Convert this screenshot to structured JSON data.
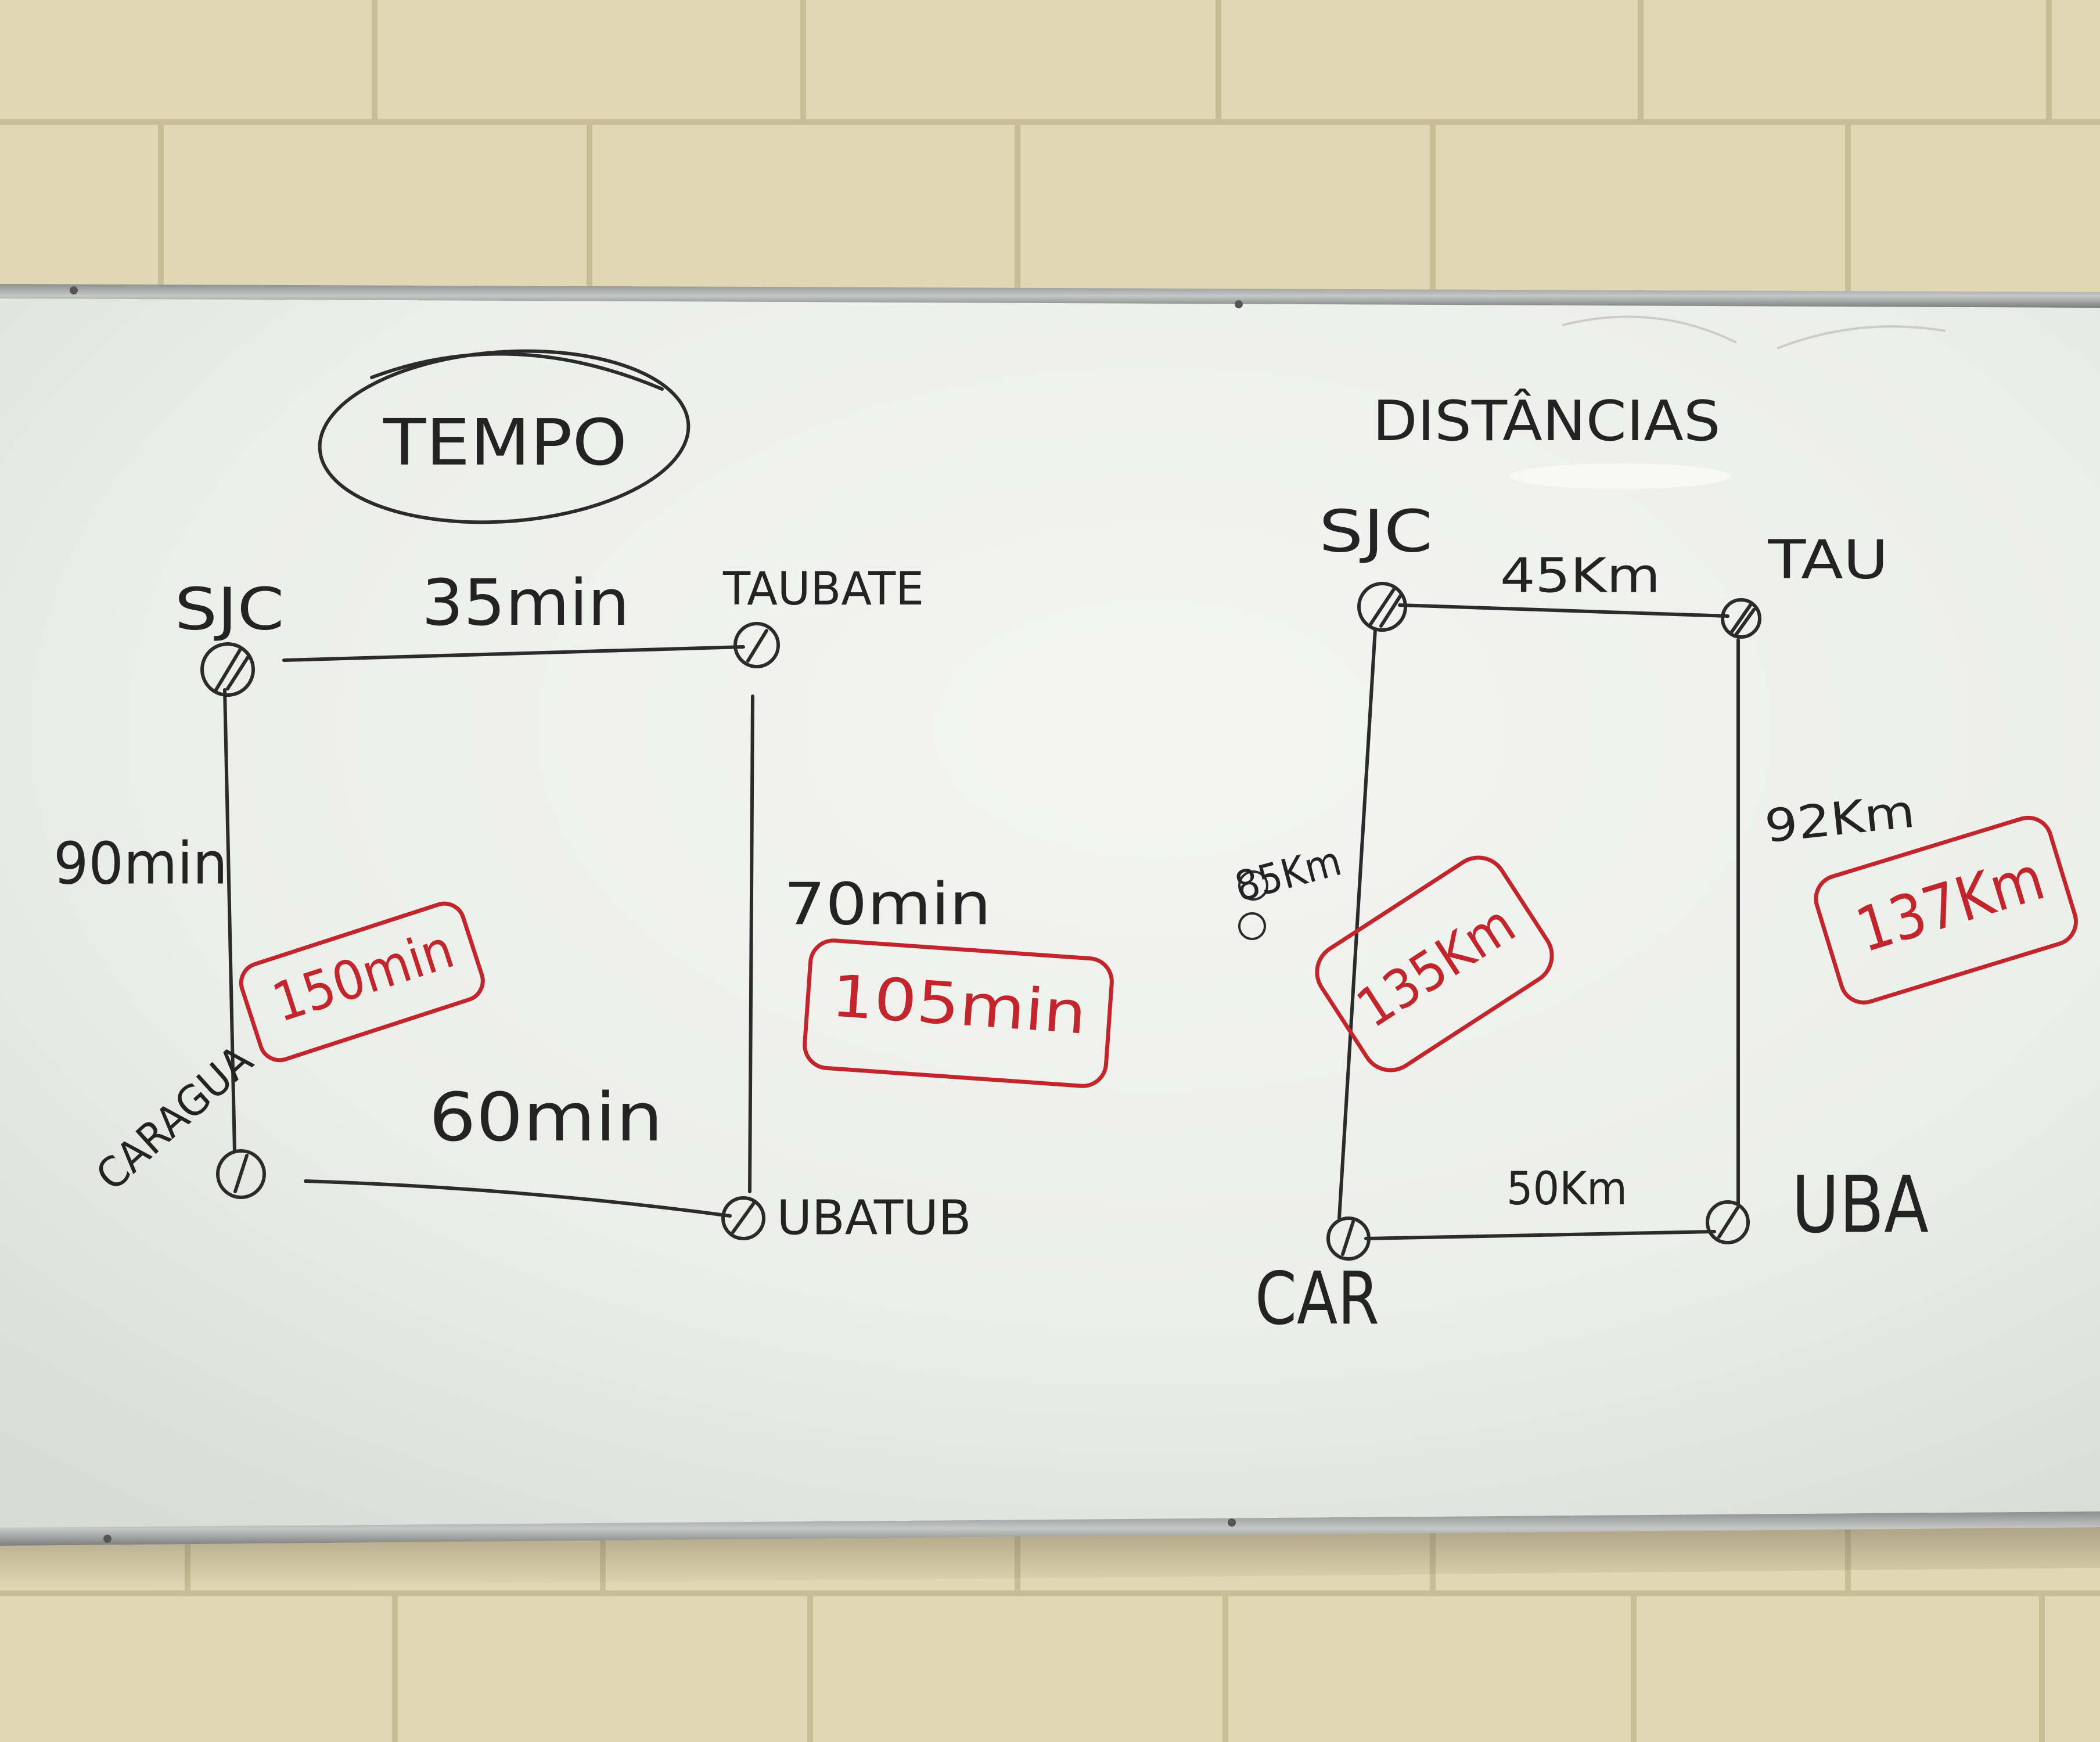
{
  "board": {
    "left_diagram": {
      "title": "TEMPO",
      "nodes": {
        "top_left": "SJC",
        "top_right": "TAUBATE",
        "bottom_left": "CARAGUA",
        "bottom_right": "UBATUB"
      },
      "edges": {
        "top": "35min",
        "left": "90min",
        "right": "70min",
        "bottom": "60min"
      },
      "totals": {
        "left_route": "150min",
        "right_route": "105min"
      }
    },
    "right_diagram": {
      "title": "DISTÂNCIAS",
      "nodes": {
        "top_left": "SJC",
        "top_right": "TAU",
        "bottom_left": "CAR",
        "bottom_right": "UBA"
      },
      "edges": {
        "top": "45Km",
        "left": "85Km",
        "right": "92Km",
        "bottom": "50Km"
      },
      "totals": {
        "left_route": "135Km",
        "right_route": "137Km"
      }
    },
    "colors": {
      "marker_black": "#262626",
      "marker_red": "#c2262c",
      "board_white": "#f1f2ef",
      "wall_beige": "#e2d7b3",
      "frame_aluminum": "#a9abab"
    }
  }
}
